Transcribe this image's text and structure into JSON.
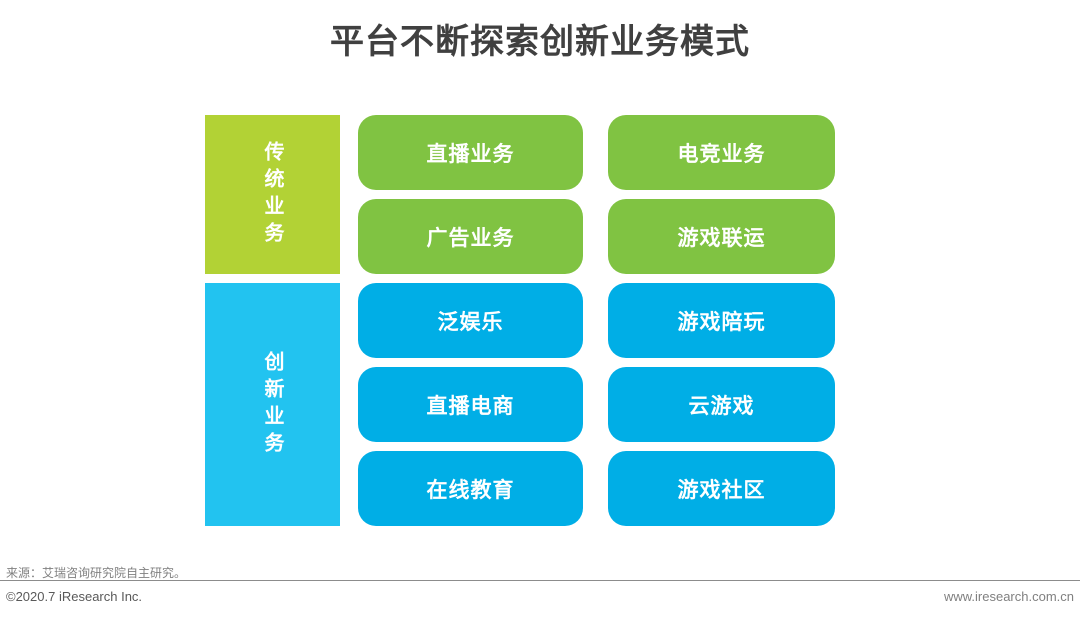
{
  "title": "平台不断探索创新业务模式",
  "colors": {
    "title_text": "#404040",
    "traditional_label": "#b2d235",
    "traditional_box": "#80c342",
    "innovation_label": "#22c3f0",
    "innovation_box": "#00aee6"
  },
  "groups": [
    {
      "label": "传统业务",
      "items": [
        [
          "直播业务",
          "电竞业务"
        ],
        [
          "广告业务",
          "游戏联运"
        ]
      ]
    },
    {
      "label": "创新业务",
      "items": [
        [
          "泛娱乐",
          "游戏陪玩"
        ],
        [
          "直播电商",
          "云游戏"
        ],
        [
          "在线教育",
          "游戏社区"
        ]
      ]
    }
  ],
  "footer": {
    "source": "来源：艾瑞咨询研究院自主研究。",
    "copyright": "©2020.7 iResearch Inc.",
    "website": "www.iresearch.com.cn"
  }
}
